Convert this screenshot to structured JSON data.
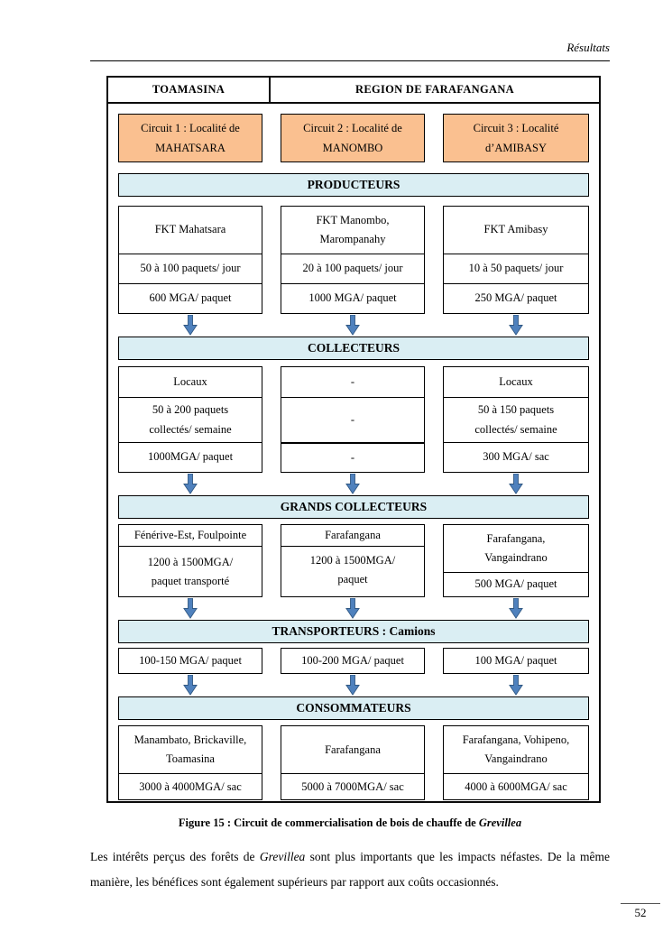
{
  "page": {
    "running_head": "Résultats",
    "page_number": "52"
  },
  "region_header": {
    "left": "TOAMASINA",
    "right": "REGION DE FARAFANGANA"
  },
  "circuits": [
    "Circuit 1 : Localité de\nMAHATSARA",
    "Circuit 2 : Localité de\nMANOMBO",
    "Circuit 3 : Localité\nd’AMIBASY"
  ],
  "producteurs": {
    "banner": "PRODUCTEURS",
    "cols": [
      {
        "name": "FKT Mahatsara",
        "qty": "50 à 100 paquets/ jour",
        "price": "600 MGA/ paquet"
      },
      {
        "name": "FKT Manombo,\nMarompanahy",
        "qty": "20 à 100 paquets/ jour",
        "price": "1000 MGA/ paquet"
      },
      {
        "name": "FKT Amibasy",
        "qty": "10 à 50 paquets/ jour",
        "price": "250 MGA/ paquet"
      }
    ]
  },
  "collecteurs": {
    "banner": "COLLECTEURS",
    "cols": [
      {
        "who": "Locaux",
        "qty": "50 à 200 paquets\ncollectés/ semaine",
        "price": "1000MGA/ paquet"
      },
      {
        "who": "-",
        "qty": "-",
        "price": "-"
      },
      {
        "who": "Locaux",
        "qty": "50 à 150 paquets\ncollectés/ semaine",
        "price": "300 MGA/ sac"
      }
    ]
  },
  "grands_collecteurs": {
    "banner": "GRANDS COLLECTEURS",
    "cols": [
      {
        "who": "Fénérive-Est, Foulpointe",
        "price": "1200 à 1500MGA/\npaquet transporté"
      },
      {
        "who": "Farafangana",
        "price": "1200 à 1500MGA/\npaquet"
      },
      {
        "who": "Farafangana,\nVangaindrano",
        "price": "500 MGA/ paquet"
      }
    ]
  },
  "transporteurs": {
    "banner": "TRANSPORTEURS : Camions",
    "cols": [
      "100-150 MGA/ paquet",
      "100-200 MGA/ paquet",
      "100 MGA/ paquet"
    ]
  },
  "consommateurs": {
    "banner": "CONSOMMATEURS",
    "cols": [
      {
        "who": "Manambato, Brickaville,\nToamasina",
        "price": "3000 à 4000MGA/ sac"
      },
      {
        "who": "Farafangana",
        "price": "5000 à 7000MGA/ sac"
      },
      {
        "who": "Farafangana, Vohipeno,\nVangaindrano",
        "price": "4000 à 6000MGA/ sac"
      }
    ]
  },
  "caption": {
    "prefix": "Figure 15 : Circuit de commercialisation de bois de chauffe de ",
    "species": "Grevillea"
  },
  "paragraph": {
    "part1": "Les intérêts perçus des forêts de ",
    "species": "Grevillea",
    "part2": " sont plus importants que les impacts néfastes. De la même manière, les bénéfices sont également supérieurs par rapport aux coûts occasionnés."
  },
  "colors": {
    "circuit_fill": "#FAC090",
    "banner_fill": "#DAEEF3",
    "arrow_fill": "#4F81BD",
    "arrow_stroke": "#2E5681",
    "border": "#0a0a0a"
  }
}
